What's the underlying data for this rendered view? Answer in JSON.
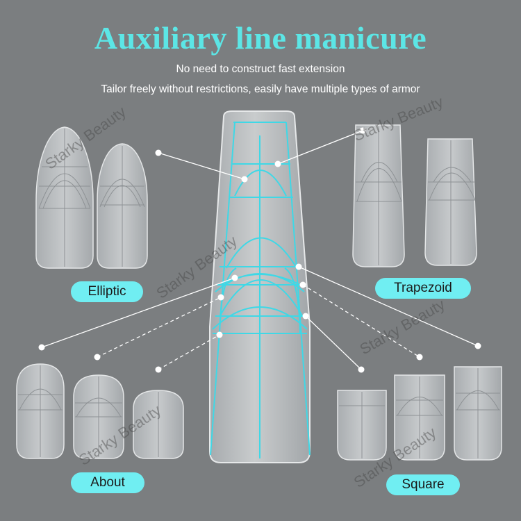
{
  "title": "Auxiliary line manicure",
  "subtitle_1": "No need to construct fast extension",
  "subtitle_2": "Tailor freely without restrictions, easily have multiple types of armor",
  "labels": {
    "elliptic": "Elliptic",
    "trapezoid": "Trapezoid",
    "about": "About",
    "square": "Square"
  },
  "watermark": "Starky Beauty",
  "colors": {
    "background": "#7b7e80",
    "accent": "#5ce6e6",
    "pill": "#70eef2",
    "guide_line": "#3fd8e6"
  }
}
